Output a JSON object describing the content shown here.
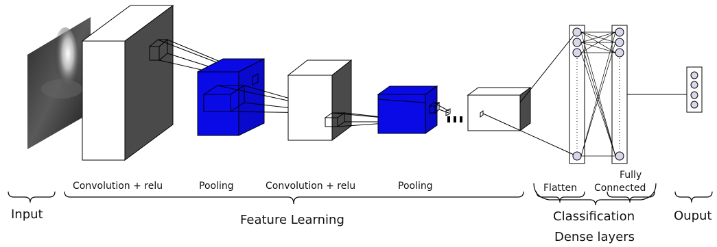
{
  "labels": {
    "input": "Input",
    "conv1": "Convolution + relu",
    "pool1": "Pooling",
    "conv2": "Convolution + relu",
    "pool2": "Pooling",
    "flatten": "Flatten",
    "fully_connected_line1": "Fully",
    "fully_connected_line2": "Connected",
    "feature_learning": "Feature Learning",
    "classification": "Classification",
    "dense_layers": "Dense layers",
    "output": "Ouput"
  },
  "colors": {
    "pooling_block": "#0a0ae6",
    "stroke": "#000000",
    "node_fill": "#d8d8ec",
    "dark_face": "#4a4a4a"
  }
}
